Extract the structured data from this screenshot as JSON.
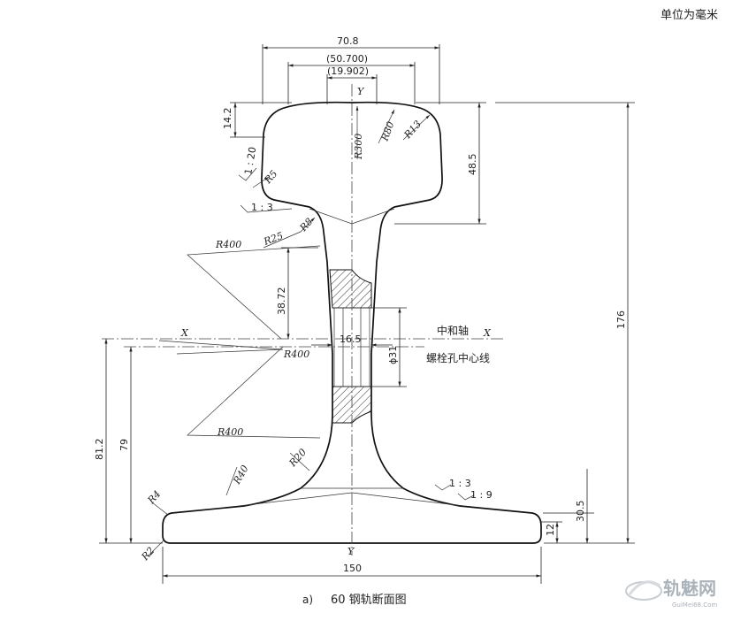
{
  "unit_note": "单位为毫米",
  "caption": {
    "label": "a)",
    "text": "60 钢轨断面图"
  },
  "dimensions": {
    "head_width": "70.8",
    "inner_width_1": "(50.700)",
    "inner_width_2": "(19.902)",
    "head_top_height": "14.2",
    "head_depth": "48.5",
    "total_height": "176",
    "neutral_offset": "38.72",
    "web_thickness": "16.5",
    "hole_diameter": "ϕ31",
    "height_81": "81.2",
    "height_79": "79",
    "base_height": "30.5",
    "base_edge": "12",
    "base_width": "150"
  },
  "radii": {
    "r300": "R300",
    "r80": "R80",
    "r13": "R13",
    "r5": "R5",
    "r8": "R8",
    "r25": "R25",
    "r400_top": "R400",
    "r400_mid": "R400",
    "r400_low": "R400",
    "r20": "R20",
    "r40": "R40",
    "r4": "R4",
    "r2": "R2"
  },
  "slopes": {
    "head_side": "1 : 20",
    "head_under": "1 : 3",
    "base_upper_1": "1 : 3",
    "base_upper_2": "1 : 9"
  },
  "axes": {
    "neutral_axis_cn": "中和轴",
    "bolt_center_cn": "螺栓孔中心线",
    "x_left": "X",
    "x_right": "X",
    "y_top": "Y",
    "y_bottom": "Y"
  },
  "watermark": {
    "cn": "轨魅网",
    "en": "GuiMei68.Com"
  }
}
